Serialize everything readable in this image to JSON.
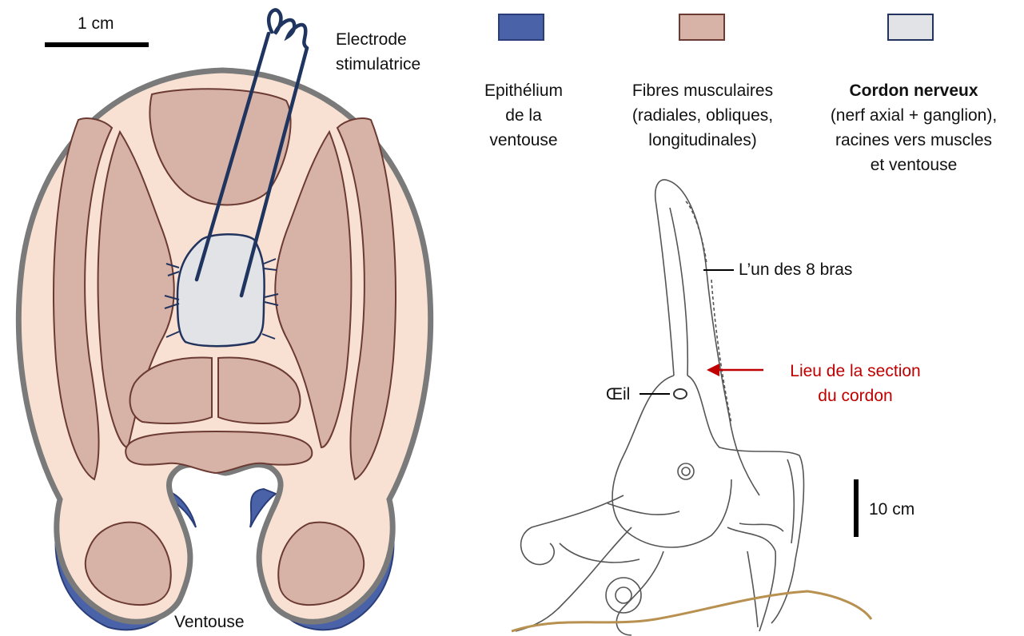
{
  "scale_left": "1 cm",
  "electrode": [
    "Electrode",
    "stimulatrice"
  ],
  "ventouse": "Ventouse",
  "legend": [
    {
      "name": "epithelium",
      "lines": [
        "Epithélium",
        "de la",
        "ventouse"
      ],
      "fill": "#4a63a8",
      "stroke": "#2b3e7a"
    },
    {
      "name": "muscles",
      "lines": [
        "Fibres musculaires",
        "(radiales, obliques,",
        "longitudinales)"
      ],
      "fill": "#d7b2a6",
      "stroke": "#6b3b33"
    },
    {
      "name": "nerve",
      "title": "Cordon nerveux",
      "lines": [
        "(nerf axial + ganglion),",
        "racines vers muscles",
        "et ventouse"
      ],
      "fill": "#e2e3e6",
      "stroke": "#22345e"
    }
  ],
  "arm_label": "L’un des 8 bras",
  "section_label": [
    "Lieu de la section",
    "du cordon"
  ],
  "eye_label": "Œil",
  "scale_right": "10 cm",
  "colors": {
    "skin": "#f8e1d3",
    "muscle": "#d7b2a6",
    "muscle_edge": "#6b3b33",
    "epithelium": "#4a63a8",
    "nerve": "#e2e3e6",
    "electrode": "#1f3560",
    "outline": "#7a7a7a",
    "section_red": "#c00000",
    "ground": "#b89050"
  }
}
